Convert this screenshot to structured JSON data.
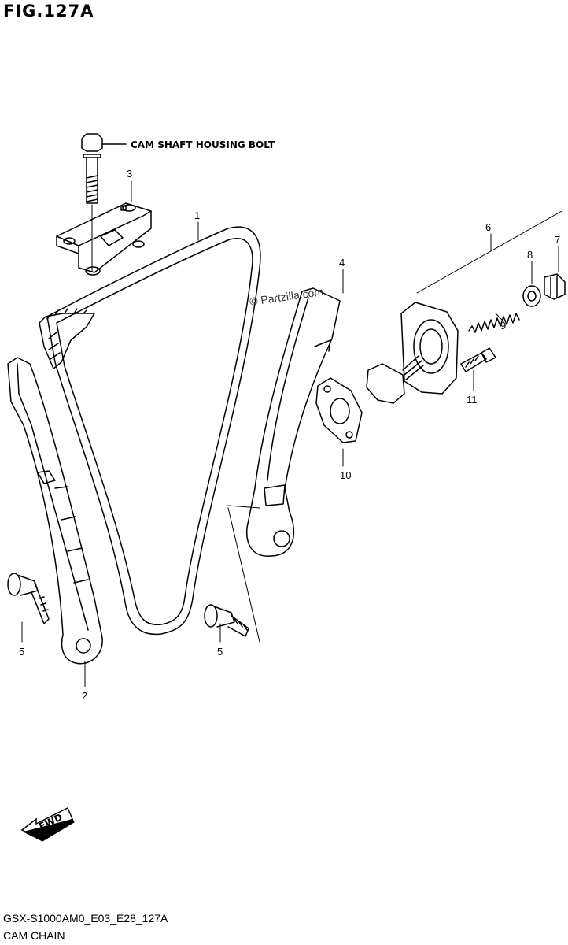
{
  "figure": {
    "title": "FIG.127A",
    "code": "GSX-S1000AM0_E03_E28_127A",
    "name": "CAM CHAIN"
  },
  "watermark": "© Partzilla.com",
  "callouts": {
    "bolt_label": "CAM SHAFT HOUSING BOLT",
    "c1": "1",
    "c2": "2",
    "c3": "3",
    "c4": "4",
    "c5a": "5",
    "c5b": "5",
    "c6": "6",
    "c7": "7",
    "c8": "8",
    "c9": "9",
    "c10": "10",
    "c11": "11"
  },
  "fwd": "FWD"
}
